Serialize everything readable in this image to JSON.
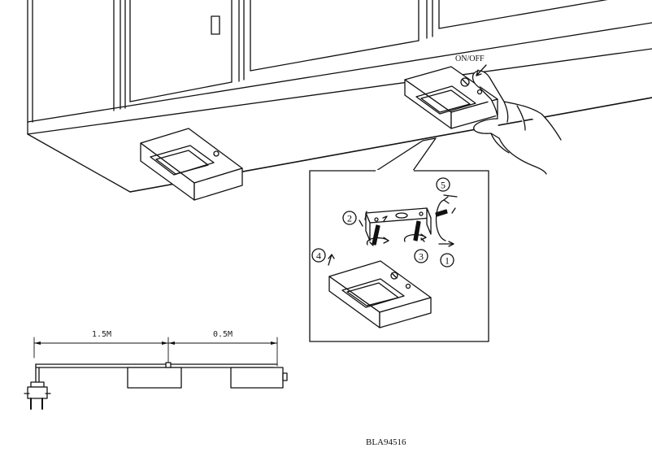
{
  "labels": {
    "switch": "ON/OFF",
    "length_main": "1.5M",
    "length_link": "0.5M",
    "model_code": "BLA94516"
  },
  "steps": [
    "1",
    "2",
    "3",
    "4",
    "5"
  ],
  "icons": {
    "plug": "plug-icon",
    "hand": "hand-icon",
    "screw": "screw-icon",
    "rotation": "rotate-arrow-icon"
  },
  "colors": {
    "line": "#111111",
    "background": "#ffffff",
    "fill": "#ffffff"
  }
}
